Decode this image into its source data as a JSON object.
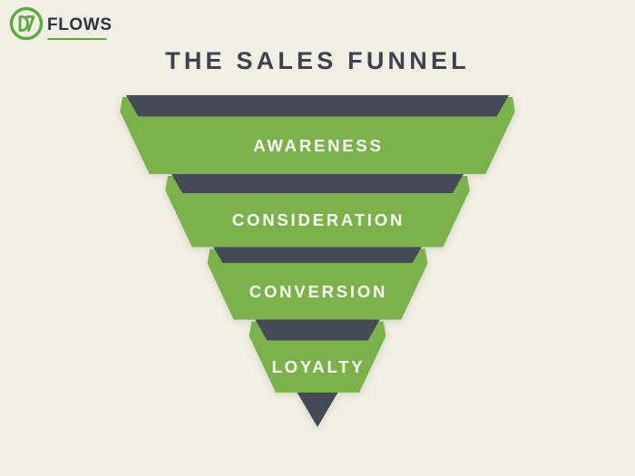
{
  "logo": {
    "brand_text": "FLOWS",
    "icon": "d7-monogram-icon"
  },
  "header": {
    "title": "THE SALES FUNNEL"
  },
  "funnel": {
    "tiers": [
      {
        "label": "AWARENESS"
      },
      {
        "label": "CONSIDERATION"
      },
      {
        "label": "CONVERSION"
      },
      {
        "label": "LOYALTY"
      }
    ]
  },
  "colors": {
    "background": "#F1EFE4",
    "funnel_green": "#7CB24B",
    "funnel_dark": "#454A57",
    "title_color": "#3C4252",
    "label_color": "#F9F9F4",
    "logo_green": "#5CA940",
    "logo_text_color": "#2E3445"
  }
}
